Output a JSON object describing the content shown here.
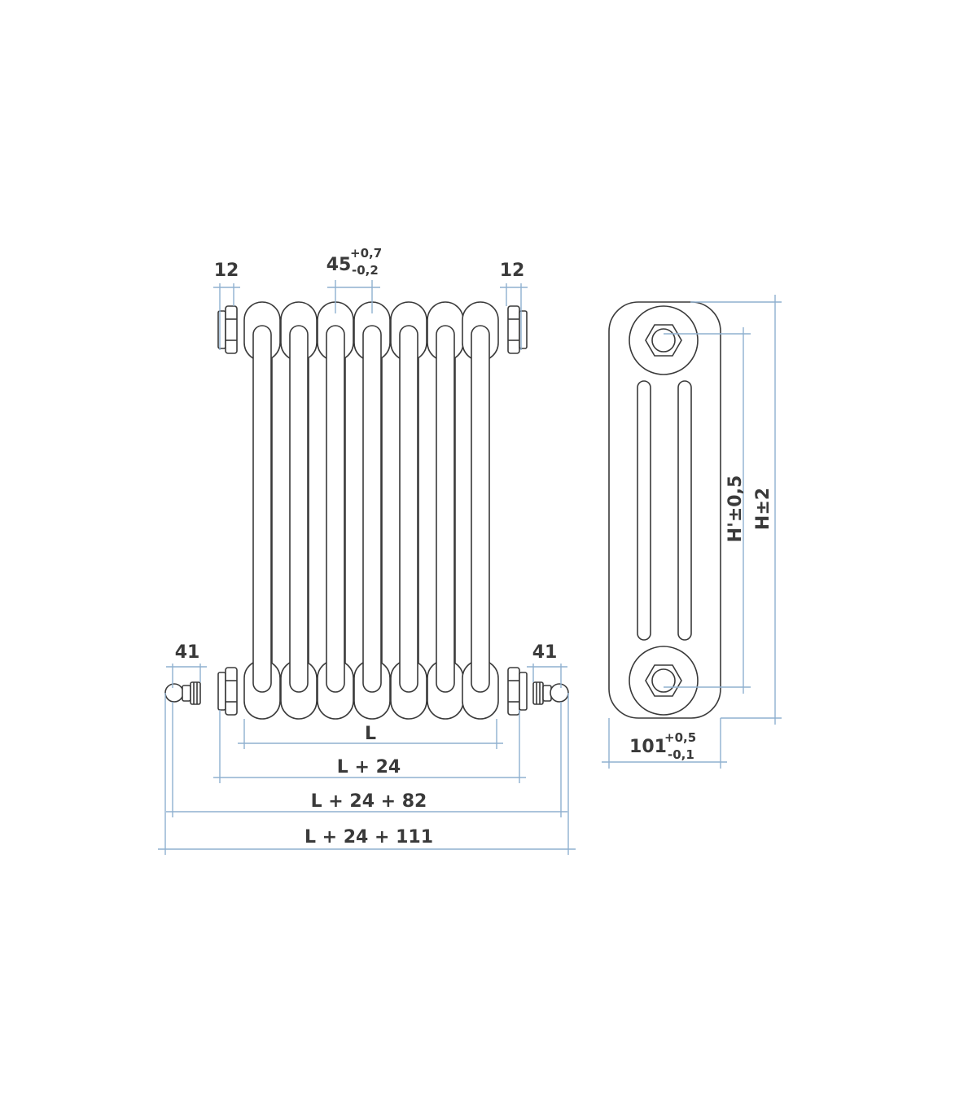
{
  "dimensions": {
    "connector_left": "12",
    "connector_right": "12",
    "column_pitch_value": "45",
    "column_pitch_plus": "+0,7",
    "column_pitch_minus": "-0,2",
    "valve_left": "41",
    "valve_right": "41",
    "length": "L",
    "length_24": "L + 24",
    "length_24_82": "L + 24 + 82",
    "length_24_111": "L + 24 + 111",
    "axis_height": "H'±0,5",
    "total_height": "H±2",
    "depth_value": "101",
    "depth_plus": "+0,5",
    "depth_minus": "-0,1"
  },
  "colors": {
    "outline": "#3a3a3a",
    "dimension_line": "#8fb0cf",
    "background": "#ffffff"
  }
}
